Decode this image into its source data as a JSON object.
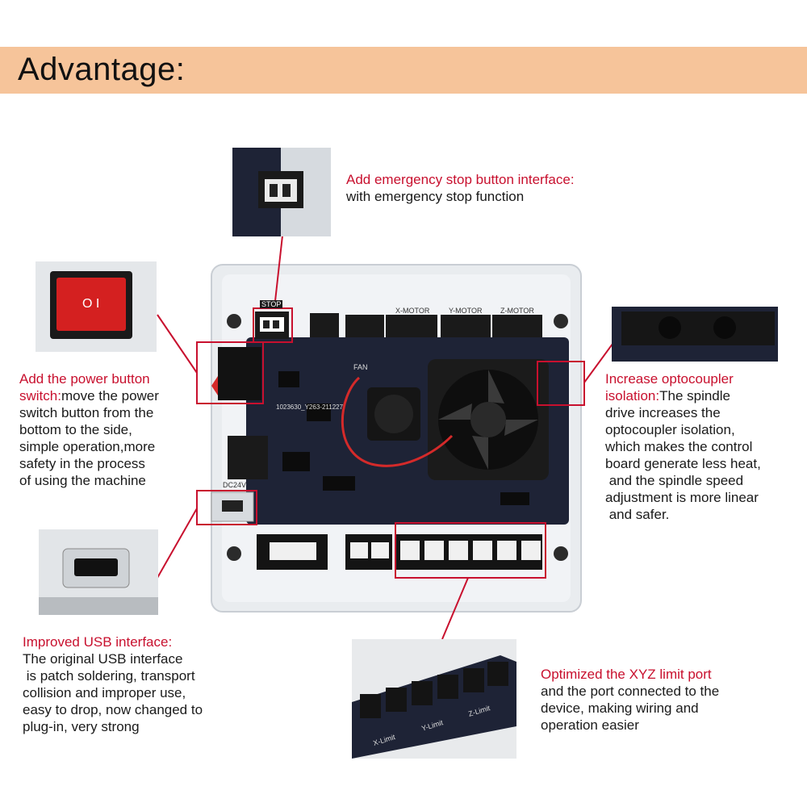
{
  "header": {
    "title": "Advantage:"
  },
  "colors": {
    "banner": "#f6c49a",
    "accent_red": "#c8102e",
    "board": "#1e2336",
    "case": "#e9ecef"
  },
  "callouts": {
    "estop": {
      "title": "Add emergency stop button interface:",
      "lines": [
        "with emergency stop function"
      ]
    },
    "power": {
      "title": "Add the power button",
      "title2": "switch:",
      "lines": [
        "move the power",
        "switch button from the",
        "bottom to the side,",
        "simple operation,more",
        "safety in the process",
        "of using the machine"
      ]
    },
    "opto": {
      "title": "Increase optocoupler",
      "title2": "isolation:",
      "lines": [
        "The spindle",
        "drive increases the",
        "optocoupler isolation,",
        "which makes the control",
        "board generate less heat,",
        " and the spindle speed",
        "adjustment is more linear",
        " and safer."
      ]
    },
    "usb": {
      "title": "Improved USB interface:",
      "lines": [
        "The original USB interface",
        " is patch soldering, transport",
        "collision and improper use,",
        "easy to drop, now changed to",
        "plug-in, very strong"
      ]
    },
    "limit": {
      "title": "Optimized the XYZ limit port",
      "lines": [
        "and the port connected to the",
        "device, making wiring and",
        "operation easier"
      ]
    }
  },
  "board_labels": {
    "stop": "STOP",
    "x_motor": "X-MOTOR",
    "y_motor": "Y-MOTOR",
    "z_motor": "Z-MOTOR",
    "fan": "FAN",
    "dc": "DC24V",
    "serial": "1023630_Y263-211227",
    "switch_mark": "O  I",
    "limits": [
      "X-Limit",
      "Y-Limit",
      "Z-Limit"
    ]
  }
}
